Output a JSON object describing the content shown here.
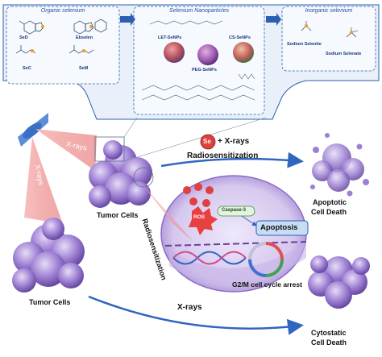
{
  "top_panels": {
    "organic": {
      "title": "Organic selenium",
      "molecules": [
        "SeD",
        "Ebselen",
        "SeC",
        "SeM"
      ]
    },
    "nanoparticles": {
      "title": "Selenium Nanoparticles",
      "labels": [
        "LET-SeNPs",
        "CS-SeNPs",
        "PEG-SeNPs"
      ]
    },
    "inorganic": {
      "title": "Inorganic selenium",
      "labels": [
        "Sodium Selenite",
        "Sodium Selenate"
      ]
    }
  },
  "se_xray_label": "+ X-rays",
  "se_symbol": "Se",
  "radiosensitization_top": "Radiosensitization",
  "radiosensitization_vertical": "Radiosensitization",
  "xrays_beam_1": "X-rays",
  "xrays_beam_2": "X-rays",
  "tumor_cells_1": "Tumor Cells",
  "tumor_cells_2": "Tumor Cells",
  "xrays_bottom": "X-rays",
  "apoptotic_death": [
    "Apoptotic",
    "Cell Death"
  ],
  "cytostatic_death": [
    "Cytostatic",
    "Cell Death"
  ],
  "ros": "ROS",
  "caspase": "Caspase-3",
  "apoptosis": "Apoptosis",
  "g2m": "G2/M cell cycle arrest",
  "colors": {
    "panel_border": "#2b5fb0",
    "panel_fill": "#f2f6fc",
    "tumor": "#8e6cc8",
    "beam": "#f09a9a",
    "arrow": "#2f66c0"
  }
}
